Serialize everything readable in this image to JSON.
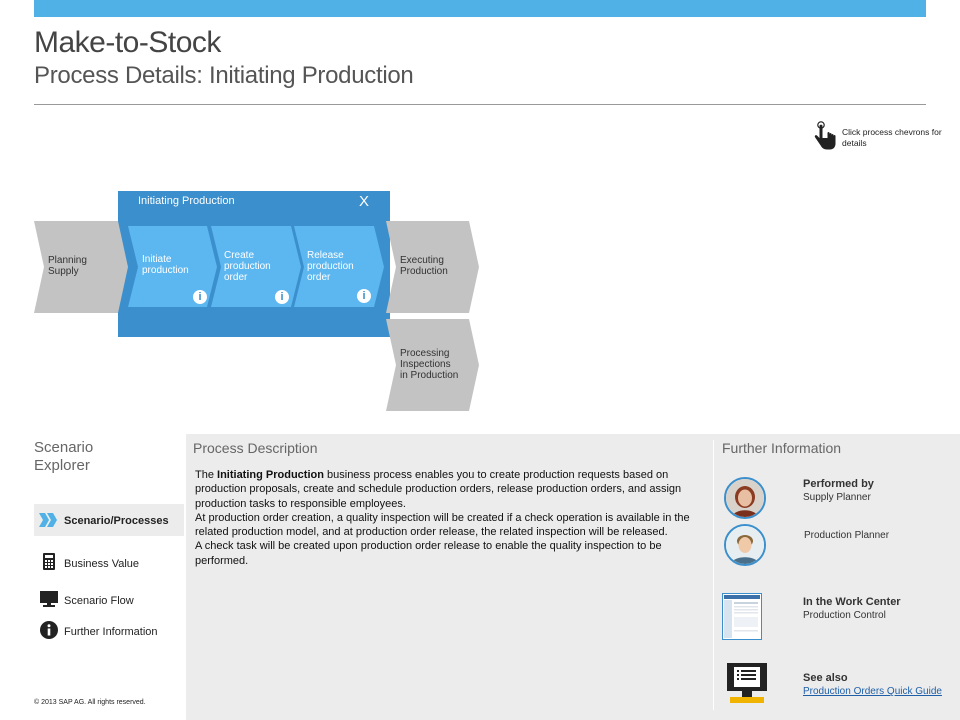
{
  "header": {
    "title": "Make-to-Stock",
    "subtitle": "Process Details: Initiating Production"
  },
  "hint": {
    "icon": "hand-pointer-icon",
    "text": "Click process chevrons for details"
  },
  "diagram": {
    "panel_title": "Initiating Production",
    "close_label": "X",
    "info_label": "i",
    "steps_outer": [
      {
        "lines": [
          "Planning",
          "Supply"
        ]
      },
      {
        "lines": [
          "Executing",
          "Production"
        ]
      },
      {
        "lines": [
          "Processing",
          "Inspections",
          "in Production"
        ]
      }
    ],
    "steps_inner": [
      {
        "lines": [
          "Initiate",
          "production"
        ]
      },
      {
        "lines": [
          "Create",
          "production",
          "order"
        ]
      },
      {
        "lines": [
          "Release",
          "production",
          "order"
        ]
      }
    ],
    "colors": {
      "panel": "#3a8fcc",
      "inner": "#5cb6ef",
      "outer": "#c3c3c3"
    }
  },
  "sidebar": {
    "title": [
      "Scenario",
      "Explorer"
    ],
    "items": [
      {
        "label": "Scenario/Processes",
        "icon": "double-chevron-icon"
      },
      {
        "label": "Business Value",
        "icon": "calculator-icon"
      },
      {
        "label": "Scenario Flow",
        "icon": "monitor-icon"
      },
      {
        "label": "Further Information",
        "icon": "info-circle-icon"
      }
    ],
    "copyright": "© 2013 SAP AG. All rights reserved."
  },
  "description": {
    "heading": "Process Description",
    "p1_pre": "The ",
    "p1_bold": "Initiating Production",
    "p1_post": " business process enables you to create production requests based on production proposals, create and schedule production orders, release production orders, and assign production tasks to responsible employees.",
    "p2": "At production order creation, a quality inspection will be created if a check operation is available in the related production model, and at production order release, the related inspection will be released.",
    "p3": "A check task will be created upon production order release to enable the quality inspection to be performed."
  },
  "further": {
    "heading": "Further Information",
    "performed_by": "Performed by",
    "role1": "Supply Planner",
    "role2": "Production Planner",
    "work_center_label": "In the Work Center",
    "work_center": "Production Control",
    "see_also": "See also",
    "link": "Production Orders Quick Guide"
  }
}
